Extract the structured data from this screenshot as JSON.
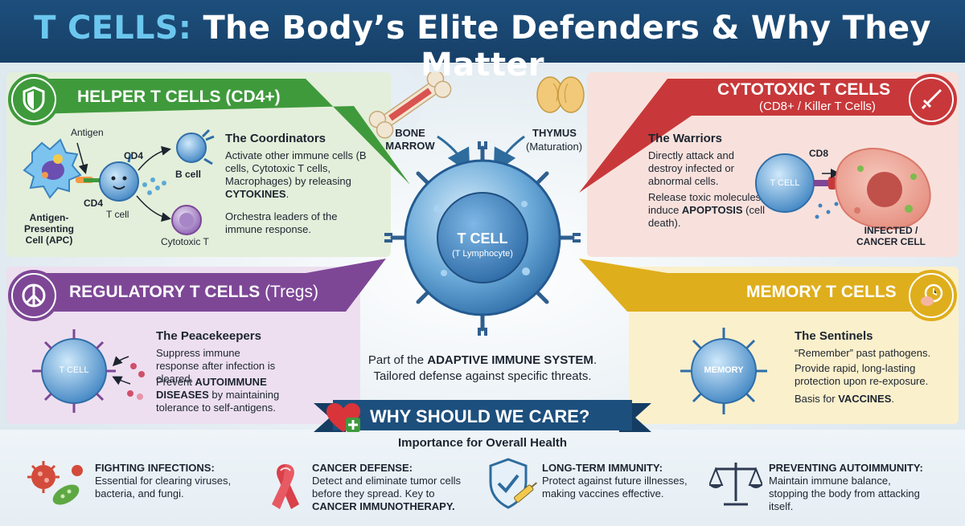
{
  "title": {
    "part1": "T CELLS:",
    "part2": "The Body’s Elite Defenders & Why They Matter"
  },
  "center": {
    "cell_label": "T CELL",
    "cell_sublabel": "(T Lymphocyte)",
    "bone_marrow": "BONE MARROW",
    "thymus": "THYMUS",
    "thymus_sub": "(Maturation)",
    "adaptive_line1_pre": "Part of the ",
    "adaptive_line1_bold": "ADAPTIVE IMMUNE SYSTEM",
    "adaptive_line1_post": ".",
    "adaptive_line2": "Tailored defense against specific threats."
  },
  "helper": {
    "title": "HELPER T CELLS (CD4+)",
    "label_antigen": "Antigen",
    "label_cd4_top": "CD4",
    "label_cd4_left": "CD4",
    "label_tcell": "T cell",
    "label_bcell": "B cell",
    "label_apc": "Antigen-Presenting Cell (APC)",
    "label_cytotoxic": "Cytotoxic T",
    "heading": "The Coordinators",
    "text1_pre": "Activate other immune cells (B cells, Cytotoxic T cells, Macrophages) by releasing ",
    "text1_bold": "CYTOKINES",
    "text1_post": ".",
    "text2": "Orchestra leaders of the immune response."
  },
  "cytotoxic": {
    "title": "CYTOTOXIC T CELLS",
    "subtitle": "(CD8+ / Killer T Cells)",
    "heading": "The Warriors",
    "text1": "Directly attack and destroy infected or abnormal cells.",
    "text2_pre": "Release toxic molecules to induce ",
    "text2_bold": "APOPTOSIS",
    "text2_post": " (cell death).",
    "label_cd8": "CD8",
    "label_tcell": "T CELL",
    "label_infected": "INFECTED / CANCER CELL"
  },
  "regulatory": {
    "title_bold": "REGULATORY T CELLS",
    "title_light": " (Tregs)",
    "heading": "The Peacekeepers",
    "text1": "Suppress immune response after infection is cleared.",
    "text2_pre": "Prevent ",
    "text2_bold": "AUTOIMMUNE DISEASES",
    "text2_post": " by maintaining tolerance to self-antigens.",
    "label_tcell": "T CELL"
  },
  "memory": {
    "title": "MEMORY T CELLS",
    "heading": "The Sentinels",
    "text1": "“Remember” past pathogens.",
    "text2": "Provide rapid, long-lasting protection upon re-exposure.",
    "text3_pre": "Basis for ",
    "text3_bold": "VACCINES",
    "text3_post": ".",
    "label_memory": "MEMORY"
  },
  "why": {
    "banner": "WHY SHOULD WE CARE?",
    "subtitle": "Importance for Overall Health"
  },
  "importance": [
    {
      "title": "FIGHTING INFECTIONS:",
      "text": "Essential for clearing viruses, bacteria, and fungi.",
      "icon": "germs-icon"
    },
    {
      "title": "CANCER DEFENSE:",
      "text": "Detect and eliminate tumor cells before they spread. Key to",
      "bold": "CANCER IMMUNOTHERAPY.",
      "icon": "ribbon-icon"
    },
    {
      "title": "LONG-TERM IMMUNITY:",
      "text": "Protect against future illnesses, making vaccines effective.",
      "icon": "shield-syringe-icon"
    },
    {
      "title": "PREVENTING AUTOIMMUNITY:",
      "text": "Maintain immune balance, stopping the body from attacking itself.",
      "icon": "scales-icon"
    }
  ],
  "colors": {
    "helper": "#3f9a3c",
    "cytotoxic": "#c8383a",
    "regulatory": "#7d4796",
    "memory": "#dfae1d",
    "navy": "#1d4f7d"
  }
}
